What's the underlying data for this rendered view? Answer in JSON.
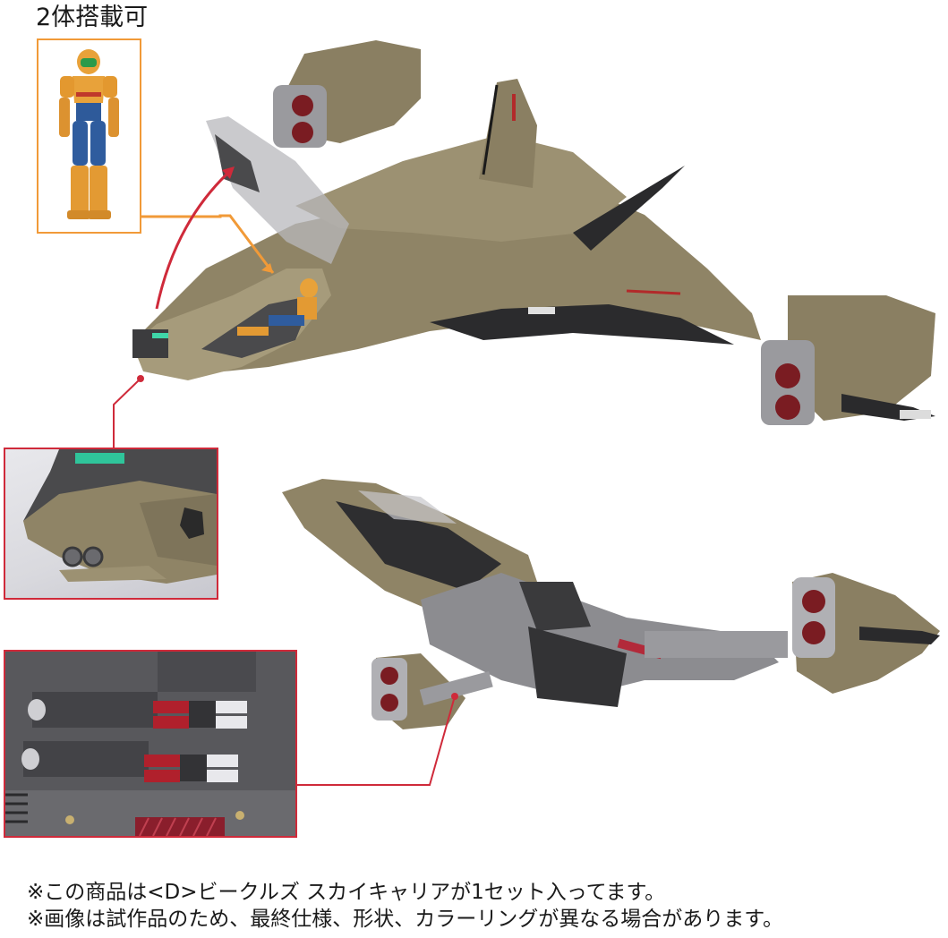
{
  "header": {
    "capacity_label": "2体搭載可"
  },
  "images": {
    "pilot_figure": {
      "label": "pilot-figure",
      "border_color": "#f19a38"
    },
    "vehicle_top_view": {
      "label": "sky-carrier-cockpit-open"
    },
    "vehicle_bottom_view": {
      "label": "sky-carrier-underside"
    },
    "detail_nose": {
      "label": "nose-twin-cannon-detail",
      "border_color": "#cf2a3a"
    },
    "detail_missiles": {
      "label": "missile-bay-detail",
      "border_color": "#cf2a3a"
    }
  },
  "colors": {
    "accent_orange": "#f19a38",
    "accent_red": "#cf2a3a",
    "hull_tan": "#8f8466",
    "hull_dark": "#3a3a3c",
    "metal_grey": "#9a9a9e"
  },
  "notes": [
    "※この商品は<D>ビークルズ スカイキャリアが1セット入ってます。",
    "※画像は試作品のため、最終仕様、形状、カラーリングが異なる場合があります。"
  ]
}
